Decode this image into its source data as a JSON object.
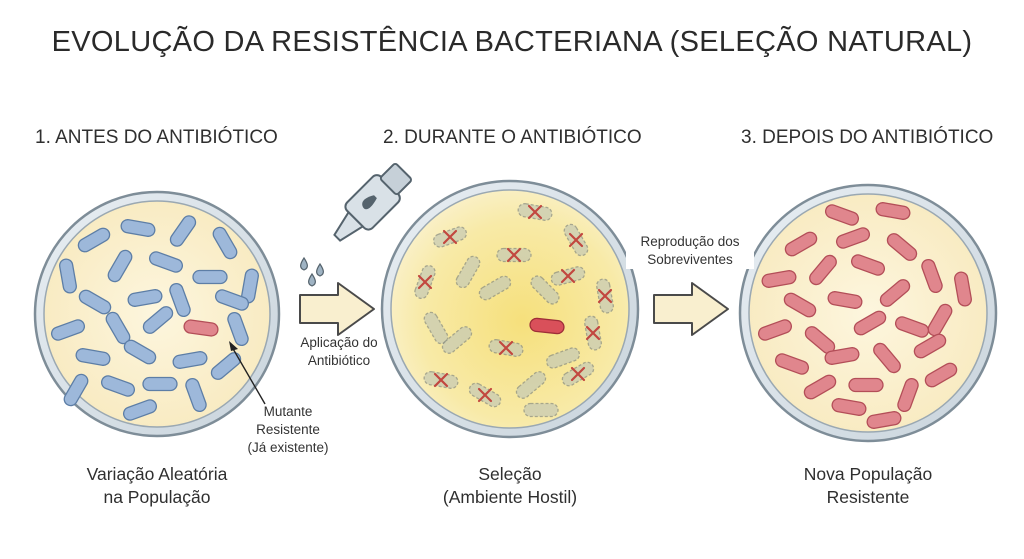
{
  "title": "EVOLUÇÃO DA RESISTÊNCIA BACTERIANA (SELEÇÃO NATURAL)",
  "stages": [
    {
      "heading": "1. ANTES DO ANTIBIÓTICO",
      "caption_line1": "Variação Aleatória",
      "caption_line2": "na População"
    },
    {
      "heading": "2. DURANTE O ANTIBIÓTICO",
      "caption_line1": "Seleção",
      "caption_line2": "(Ambiente Hostil)"
    },
    {
      "heading": "3. DEPOIS DO ANTIBIÓTICO",
      "caption_line1": "Nova População",
      "caption_line2": "Resistente"
    }
  ],
  "labels": {
    "application_line1": "Aplicação do",
    "application_line2": "Antibiótico",
    "reproduction_line1": "Reprodução dos",
    "reproduction_line2": "Sobreviventes",
    "mutant_line1": "Mutante",
    "mutant_line2": "Resistente",
    "mutant_line3": "(Já existente)"
  },
  "colors": {
    "susceptible_bacteria": "#9db8da",
    "resistant_bacteria": "#e0868d",
    "dish_medium": "#fbf1d2",
    "antibiotic_medium": "#f7e79f",
    "dead_marker": "#c2473f",
    "arrow_fill": "#f9efcf"
  },
  "icons": [
    "antibiotic-dropper-icon",
    "arrow-right-icon"
  ]
}
